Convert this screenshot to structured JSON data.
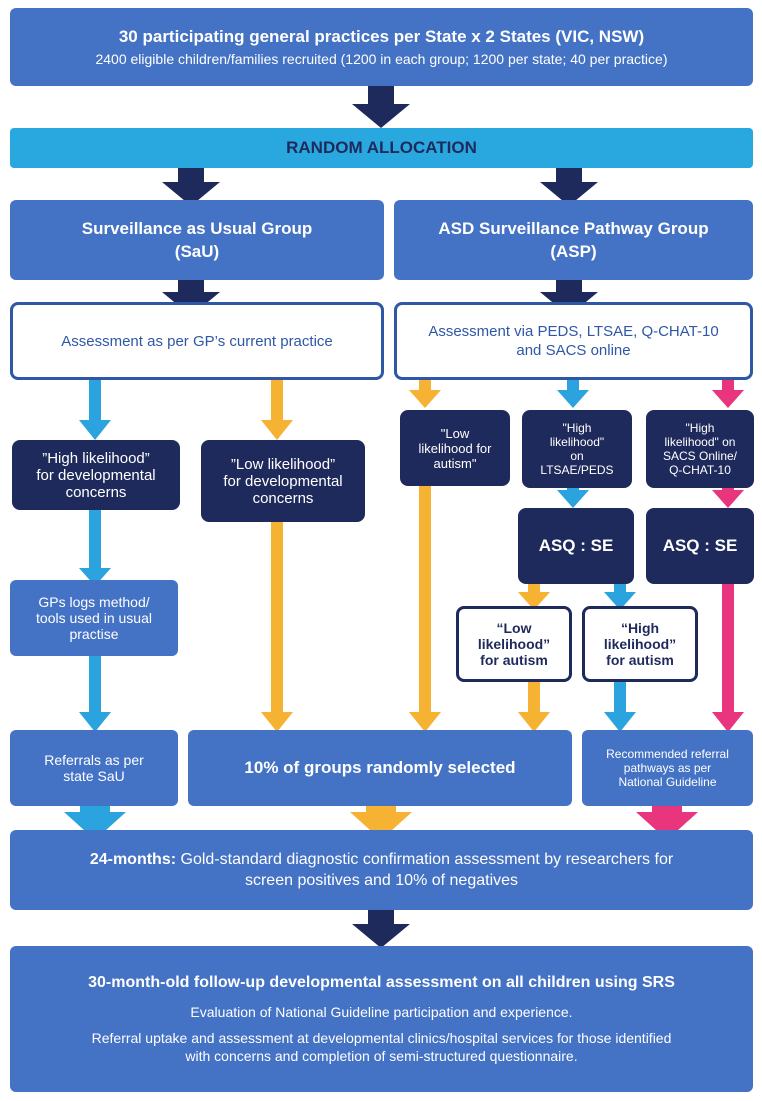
{
  "top": {
    "title": "30 participating general practices per State x 2 States (VIC, NSW)",
    "subtitle": "2400 eligible children/families recruited (1200 in each group; 1200 per state; 40 per practice)"
  },
  "random": {
    "label": "RANDOM ALLOCATION"
  },
  "sau": {
    "title_line1": "Surveillance as Usual Group",
    "title_line2": "(SaU)",
    "assessment": "Assessment as per GP’s current practice",
    "high_l1": "”High likelihood”",
    "high_l2": "for developmental",
    "high_l3": "concerns",
    "low_l1": "”Low likelihood”",
    "low_l2": "for developmental",
    "low_l3": "concerns",
    "logs_l1": "GPs logs method/",
    "logs_l2": "tools used in usual",
    "logs_l3": "practise",
    "referrals_l1": "Referrals as per",
    "referrals_l2": "state SaU"
  },
  "asp": {
    "title_line1": "ASD Surveillance Pathway Group",
    "title_line2": "(ASP)",
    "assessment_l1": "Assessment via PEDS, LTSAE, Q-CHAT-10",
    "assessment_l2": "and SACS online",
    "low_autism_l1": "\"Low",
    "low_autism_l2": "likelihood for",
    "low_autism_l3": "autism\"",
    "high_ltsae_l1": "\"High",
    "high_ltsae_l2": "likelihood\"",
    "high_ltsae_l3": "on",
    "high_ltsae_l4": "LTSAE/PEDS",
    "high_sacs_l1": "\"High",
    "high_sacs_l2": "likelihood\" on",
    "high_sacs_l3": "SACS Online/",
    "high_sacs_l4": "Q-CHAT-10",
    "asq1": "ASQ : SE",
    "asq2": "ASQ : SE",
    "low2_l1": "“Low",
    "low2_l2": "likelihood”",
    "low2_l3": "for autism",
    "high2_l1": "“High",
    "high2_l2": "likelihood”",
    "high2_l3": "for autism",
    "recommended_l1": "Recommended referral",
    "recommended_l2": "pathways as per",
    "recommended_l3": "National Guideline"
  },
  "random10": {
    "label": "10% of groups randomly selected"
  },
  "month24": {
    "bold": "24-months:",
    "rest": " Gold-standard diagnostic confirmation assessment by researchers for",
    "line2": "screen positives and 10% of negatives"
  },
  "month30": {
    "title": "30-month-old follow-up developmental assessment on all children using SRS",
    "line1": "Evaluation of National Guideline participation and experience.",
    "line2": "Referral uptake and assessment at developmental clinics/hospital services for those identified",
    "line3": "with concerns and completion of semi-structured questionnaire."
  },
  "colors": {
    "blue_box": "#4472c4",
    "navy_box": "#1f2a5c",
    "cyan_band": "#29a8e0",
    "orange_arrow": "#f6b233",
    "pink_arrow": "#e8357d",
    "light_blue_arrow": "#2aa3df"
  }
}
